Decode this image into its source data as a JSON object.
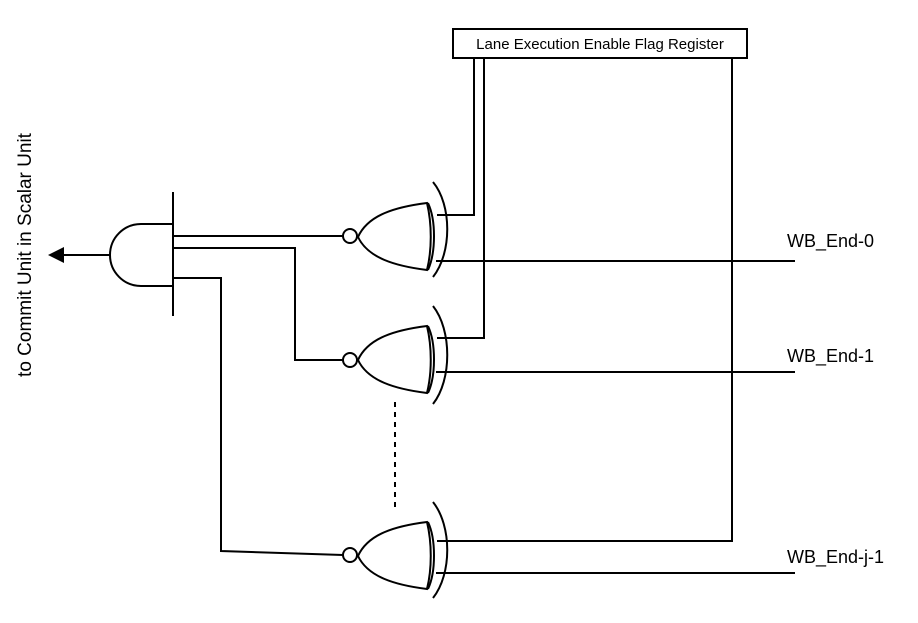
{
  "register": {
    "label": "Lane Execution Enable Flag Register"
  },
  "inputs": [
    {
      "label": "WB_End-0"
    },
    {
      "label": "WB_End-1"
    },
    {
      "label": "WB_End-j-1"
    }
  ],
  "output": {
    "label": "to Commit Unit in Scalar Unit"
  }
}
